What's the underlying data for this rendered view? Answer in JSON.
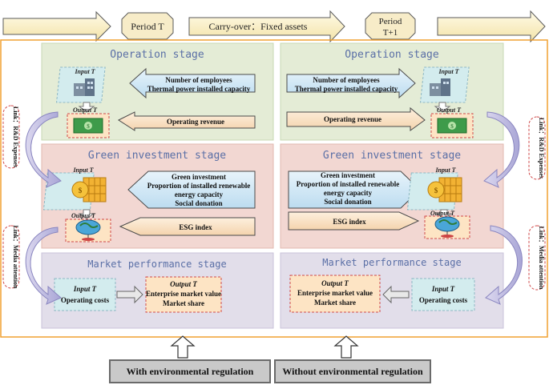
{
  "top_band": {
    "period_t": "Period T",
    "carry_over": "Carry-over：Fixed assets",
    "period_t1_line1": "Period",
    "period_t1_line2": "T+1"
  },
  "left_panel": {
    "operation": {
      "title": "Operation stage",
      "input_label": "Input T",
      "input_items": [
        "Number of employees",
        "Thermal power installed capacity"
      ],
      "output_label": "Output T",
      "output_items": [
        "Operating revenue"
      ]
    },
    "link1": {
      "label": "Link：R&D Expenses"
    },
    "green": {
      "title": "Green investment stage",
      "input_label": "Input T",
      "input_items": [
        "Green investment",
        "Proportion of installed renewable",
        "energy capacity",
        "Social donation"
      ],
      "output_label": "Output T",
      "output_items": [
        "ESG index"
      ]
    },
    "link2": {
      "label": "Link：Media attention"
    },
    "market": {
      "title": "Market performance stage",
      "input_label": "Input T",
      "input_items": [
        "Operating costs"
      ],
      "output_label": "Output T",
      "output_items": [
        "Enterprise market value",
        "Market share"
      ]
    }
  },
  "right_panel": {
    "operation": {
      "title": "Operation stage",
      "input_label": "Input T",
      "input_items": [
        "Number of employees",
        "Thermal power installed capacity"
      ],
      "output_label": "Output T",
      "output_items": [
        "Operating revenue"
      ]
    },
    "link1": {
      "label": "Link：R&D Expenses"
    },
    "green": {
      "title": "Green investment stage",
      "input_label": "Input T",
      "input_items": [
        "Green investment",
        "Proportion of installed renewable",
        "energy capacity",
        "Social donation"
      ],
      "output_label": "Output T",
      "output_items": [
        "ESG index"
      ]
    },
    "link2": {
      "label": "Link：Media attention"
    },
    "market": {
      "title": "Market performance stage",
      "input_label": "Input T",
      "input_items": [
        "Operating costs"
      ],
      "output_label": "Output T",
      "output_items": [
        "Enterprise market value",
        "Market share"
      ]
    }
  },
  "bottom": {
    "with_reg": "With environmental regulation",
    "without_reg": "Without environmental regulation"
  },
  "colors": {
    "frame": "#f0a030",
    "operation_bg": "#e4ecd6",
    "green_bg": "#f2d7d2",
    "market_bg": "#e2deea",
    "stage_title": "#5a6fa6",
    "arrow_fill": "#fbf1cf",
    "input_box": "#d3ecee",
    "output_box": "#fde4c4",
    "dashed_red": "#d04a4a",
    "link_arrow": "#c9c7e6"
  },
  "icons": [
    "building-icon",
    "money-icon",
    "coin-solar-icon",
    "globe-icon"
  ]
}
